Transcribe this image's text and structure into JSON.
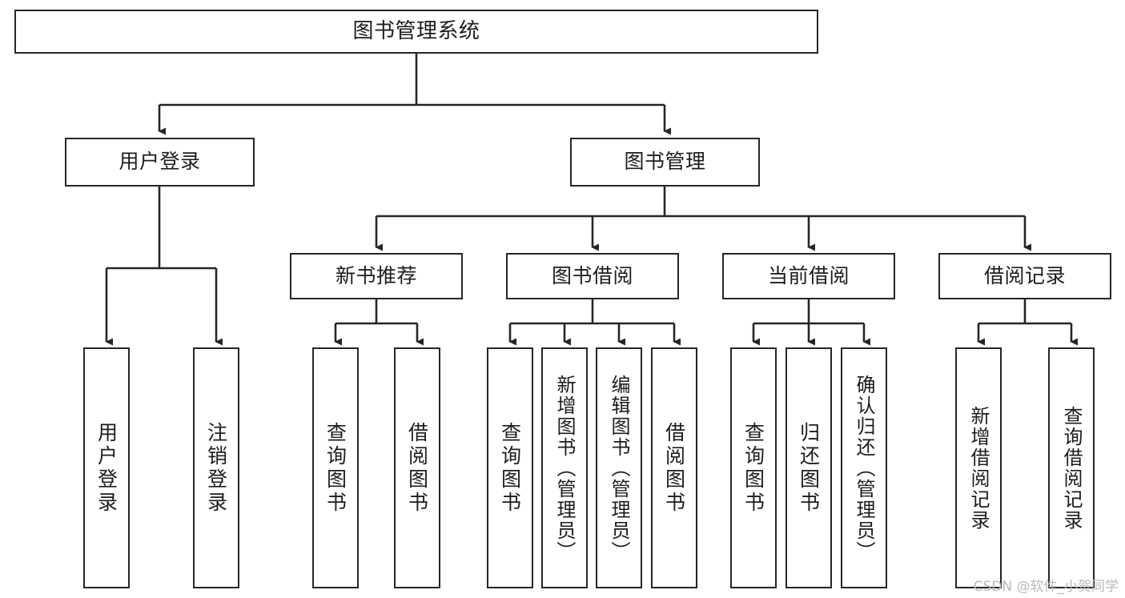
{
  "diagram": {
    "title": "图书管理系统",
    "watermark": "CSDN @软件_小贺同学",
    "stroke_color": "#262626",
    "text_color": "#1d1d1d",
    "background_color": "#ffffff",
    "watermark_color": "#b9b9b9"
  },
  "nodes": {
    "root": {
      "label": "图书管理系统"
    },
    "level2": [
      {
        "id": "user-login",
        "label": "用户登录"
      },
      {
        "id": "book-management",
        "label": "图书管理"
      }
    ],
    "level3": [
      {
        "id": "new-book-recommend",
        "label": "新书推荐"
      },
      {
        "id": "book-borrow",
        "label": "图书借阅"
      },
      {
        "id": "current-borrow",
        "label": "当前借阅"
      },
      {
        "id": "borrow-record",
        "label": "借阅记录"
      }
    ],
    "leaves": [
      {
        "id": "leaf-user-login",
        "label": "用户登录",
        "parent": "user-login"
      },
      {
        "id": "leaf-logout",
        "label": "注销登录",
        "parent": "user-login"
      },
      {
        "id": "leaf-query-book-1",
        "label": "查询图书",
        "parent": "new-book-recommend"
      },
      {
        "id": "leaf-borrow-book-1",
        "label": "借阅图书",
        "parent": "new-book-recommend"
      },
      {
        "id": "leaf-query-book-2",
        "label": "查询图书",
        "parent": "book-borrow"
      },
      {
        "id": "leaf-add-book",
        "label": "新增图书（管理员）",
        "parent": "book-borrow"
      },
      {
        "id": "leaf-edit-book",
        "label": "编辑图书（管理员）",
        "parent": "book-borrow"
      },
      {
        "id": "leaf-borrow-book-2",
        "label": "借阅图书",
        "parent": "book-borrow"
      },
      {
        "id": "leaf-query-book-3",
        "label": "查询图书",
        "parent": "current-borrow"
      },
      {
        "id": "leaf-return-book",
        "label": "归还图书",
        "parent": "current-borrow"
      },
      {
        "id": "leaf-confirm-return",
        "label": "确认归还（管理员）",
        "parent": "current-borrow"
      },
      {
        "id": "leaf-add-record",
        "label": "新增借阅记录",
        "parent": "borrow-record"
      },
      {
        "id": "leaf-query-record",
        "label": "查询借阅记录",
        "parent": "borrow-record"
      }
    ]
  }
}
